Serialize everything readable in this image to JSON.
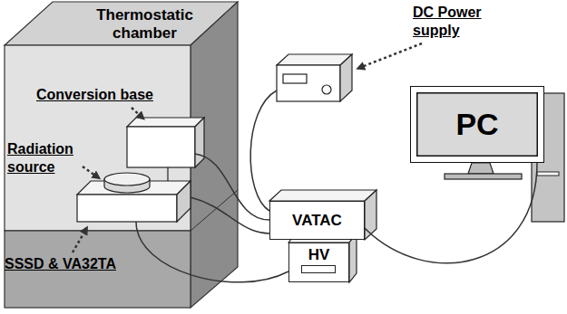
{
  "diagram": {
    "nodes": [
      {
        "text": [
          "Thermostatic chamber"
        ]
      },
      {
        "text": [
          "VATAC"
        ]
      },
      {
        "text": [
          "PC"
        ]
      },
      {
        "text": [
          "HV"
        ]
      }
    ],
    "edges": [
      {
        "from": 1,
        "to": 2,
        "arrow": "none"
      }
    ],
    "labels": [
      "Conversion base",
      "Radiation source",
      "SSSD & VA32TA",
      "DC Power supply"
    ]
  }
}
